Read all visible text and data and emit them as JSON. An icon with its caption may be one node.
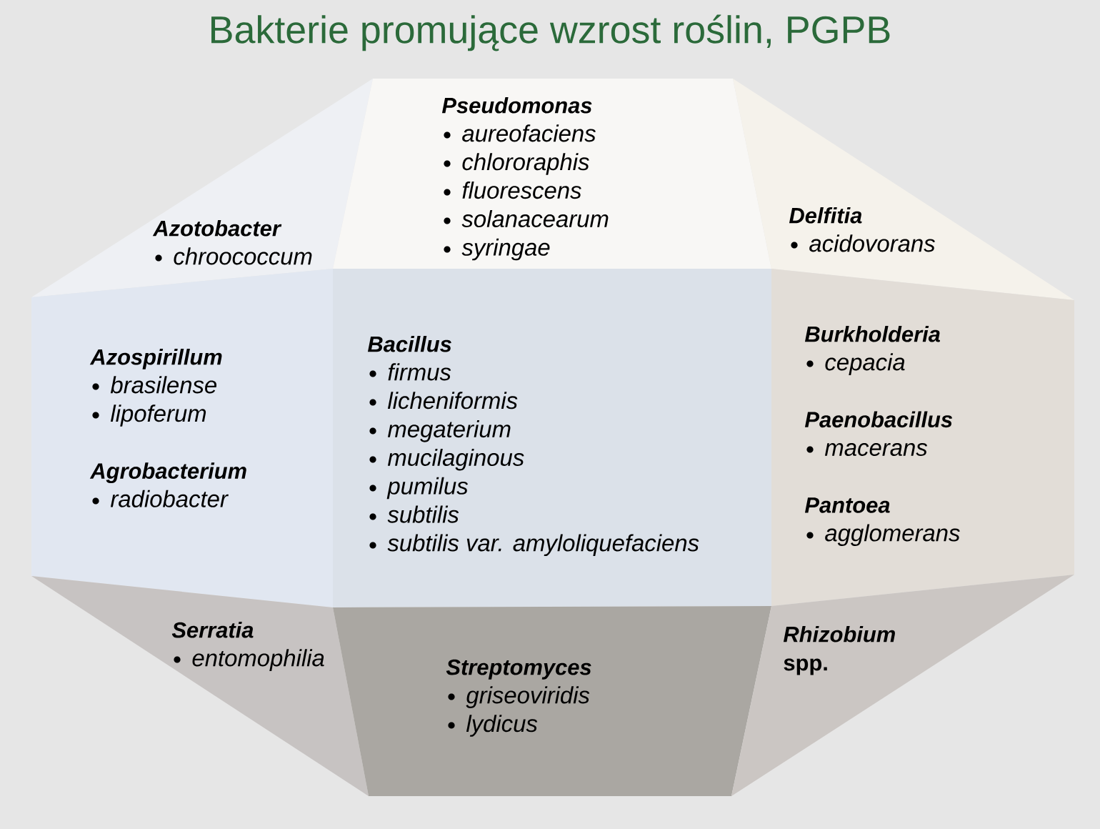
{
  "diagram": {
    "title": "Bakterie promujące wzrost roślin, PGPB",
    "nodes": [
      {
        "text": [
          "Azotobacter",
          "chroococcum"
        ]
      },
      {
        "text": [
          "Pseudomonas",
          "aureofaciens",
          "chlororaphis",
          "fluorescens",
          "solanacearum",
          "syringae"
        ]
      },
      {
        "text": [
          "Delfitia",
          "acidovorans"
        ]
      },
      {
        "text": [
          "Azospirillum",
          "brasilense",
          "lipoferum",
          "Agrobacterium",
          "radiobacter"
        ]
      },
      {
        "text": [
          "Bacillus",
          "firmus",
          "licheniformis",
          "megaterium",
          "mucilaginous",
          "pumilus",
          "subtilis",
          "subtilis var. amyloliquefaciens"
        ]
      },
      {
        "text": [
          "Burkholderia",
          "cepacia",
          "Paenobacillus",
          "macerans",
          "Pantoea",
          "agglomerans"
        ]
      },
      {
        "text": [
          "Serratia",
          "entomophilia"
        ]
      },
      {
        "text": [
          "Streptomyces",
          "griseoviridis",
          "lydicus"
        ]
      },
      {
        "text": [
          "Rhizobium",
          "spp."
        ]
      }
    ]
  }
}
